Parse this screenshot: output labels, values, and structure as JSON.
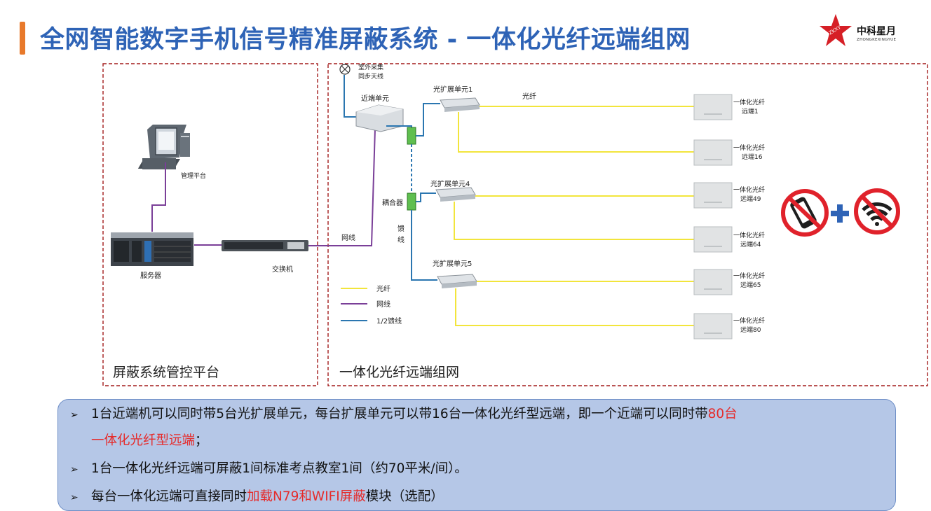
{
  "header": {
    "title": "全网智能数字手机信号精准屏蔽系统 - 一体化光纤远端组网",
    "logo_name": "中科星月",
    "logo_en": "ZHONGKEXINGYUE",
    "logo_star_text": "ZKXY"
  },
  "left_frame": {
    "caption": "屏蔽系统管控平台",
    "pc_label": "管理平台",
    "server_label": "服务器",
    "switch_label": "交换机"
  },
  "right_frame": {
    "caption": "一体化光纤远端组网",
    "antenna_label_line1": "室外采集",
    "antenna_label_line2": "同步天线",
    "near_end_label": "近端单元",
    "network_cable_label": "网线",
    "coupler_label": "耦合器",
    "feeder_label_1": "馈",
    "feeder_label_2": "线",
    "fiber_label": "光纤",
    "expanders": [
      {
        "label": "光扩展单元1"
      },
      {
        "label": "光扩展单元4"
      },
      {
        "label": "光扩展单元5"
      }
    ],
    "remote_prefix": "一体化光纤",
    "remotes": [
      {
        "label": "远端1"
      },
      {
        "label": "远端16"
      },
      {
        "label": "远端49"
      },
      {
        "label": "远端64"
      },
      {
        "label": "远端65"
      },
      {
        "label": "远端80"
      }
    ],
    "legend": [
      {
        "label": "光纤",
        "color": "#f2e53c"
      },
      {
        "label": "网线",
        "color": "#7a3f98"
      },
      {
        "label": "1/2馈线",
        "color": "#2b76b0"
      }
    ],
    "plus_sign": "+"
  },
  "colors": {
    "title": "#2e63b6",
    "accent_orange": "#e8792b",
    "frame_red": "#a31c1c",
    "fiber": "#f2e53c",
    "ethernet": "#7a3f98",
    "feeder": "#2b76b0",
    "ban_red": "#e0222b",
    "highlight_red": "#e52b2b"
  },
  "info": {
    "bullet1_text": "1台近端机可以同时带5台光扩展单元，每台扩展单元可以带16台一体化光纤型远端，即一个近端可以同时带",
    "bullet1_red": "80台",
    "bullet1_line2_red": "一体化光纤型远端",
    "bullet1_line2_end": "；",
    "bullet2_text": "1台一体化光纤远端可屏蔽1间标准考点教室1间（约70平米/间）。",
    "bullet3_pre": "每台一体化远端可直接同时",
    "bullet3_red": "加载N79和WIFI屏蔽",
    "bullet3_post": "模块（选配）"
  }
}
